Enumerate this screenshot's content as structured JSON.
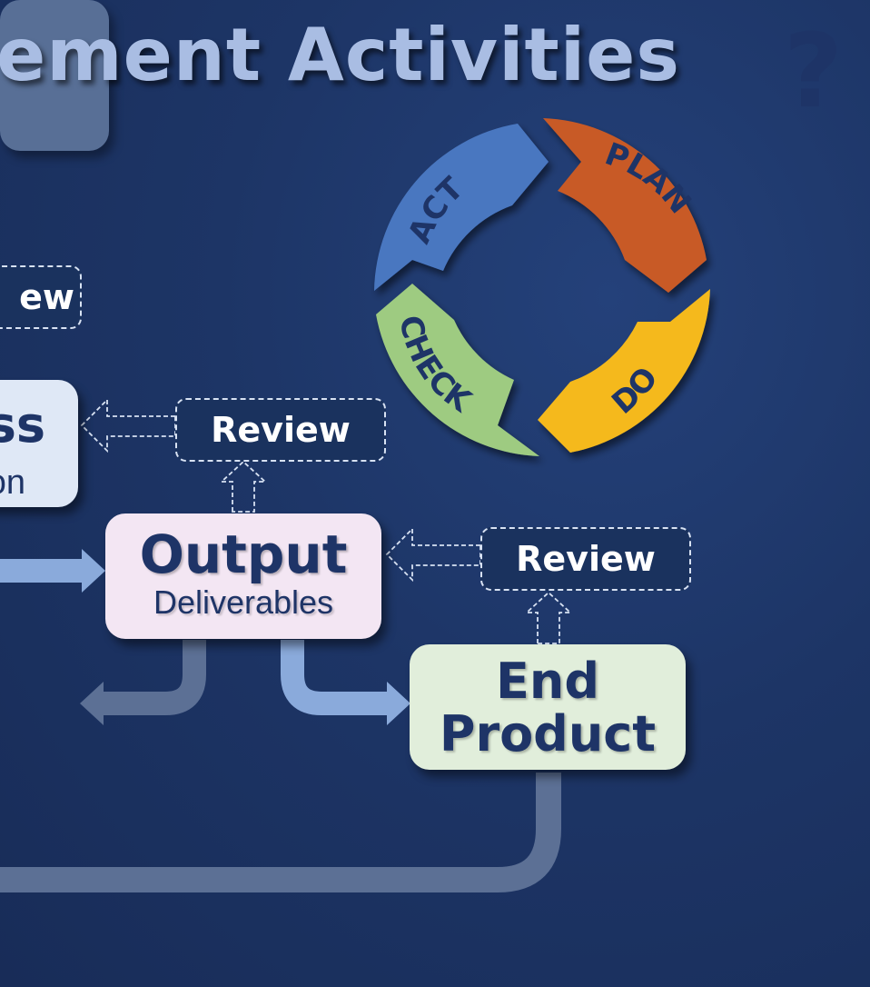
{
  "title": "ement Activities",
  "pdca": {
    "act": "ACT",
    "plan": "PLAN",
    "do": "DO",
    "check": "CHECK",
    "colors": {
      "act": "#4a77c0",
      "plan": "#c85a26",
      "do": "#f5b91b",
      "check": "#9ecb81"
    }
  },
  "review_top_partial": "ew",
  "process": {
    "label_partial": "ss",
    "sub_partial": "on"
  },
  "reviews": {
    "middle": "Review",
    "right": "Review"
  },
  "output": {
    "label": "Output",
    "sub": "Deliverables"
  },
  "end_product": {
    "line1": "End",
    "line2": "Product"
  },
  "decision": "?"
}
